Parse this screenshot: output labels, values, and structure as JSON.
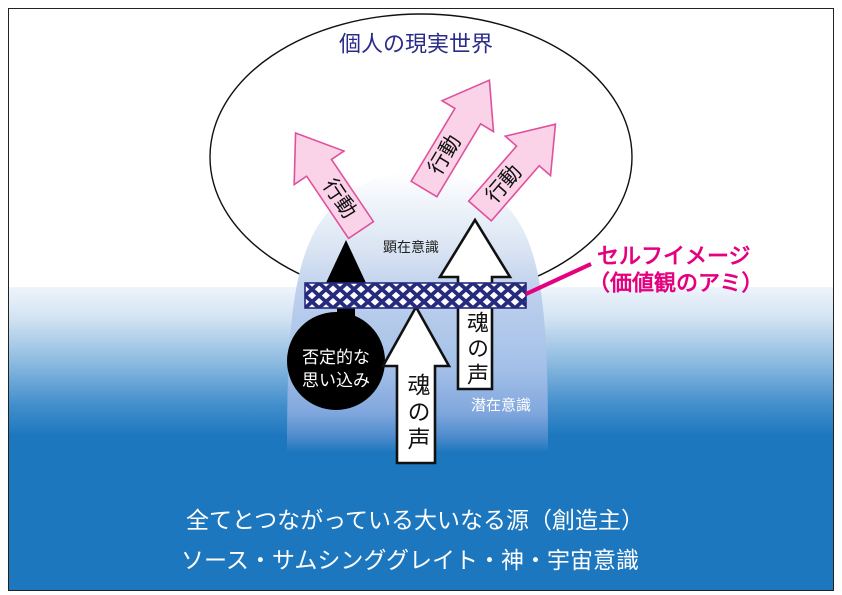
{
  "title": "個人の現実世界",
  "conscious_mind_label": "顕在意識",
  "subconscious_mind_label": "潜在意識",
  "negative_belief": {
    "line1": "否定的な",
    "line2": "思い込み"
  },
  "action_arrows": [
    {
      "label": "行動"
    },
    {
      "label": "行動"
    },
    {
      "label": "行動"
    }
  ],
  "soul_voice_arrows": [
    {
      "label": "魂の声"
    },
    {
      "label": "魂の声"
    }
  ],
  "self_image": {
    "label": "セルフイメージ",
    "sublabel": "（価値観のアミ）"
  },
  "source": {
    "line1": "全てとつながっている大いなる源（創造主）",
    "line2": "ソース・サムシンググレイト・神・宇宙意識"
  },
  "colors": {
    "title": "#2b2b8a",
    "sea": "#1d77be",
    "net": "#262b7e",
    "accent": "#e4007f",
    "action_arrow_fill": "#fad3e9",
    "action_arrow_stroke": "#e0509c"
  }
}
